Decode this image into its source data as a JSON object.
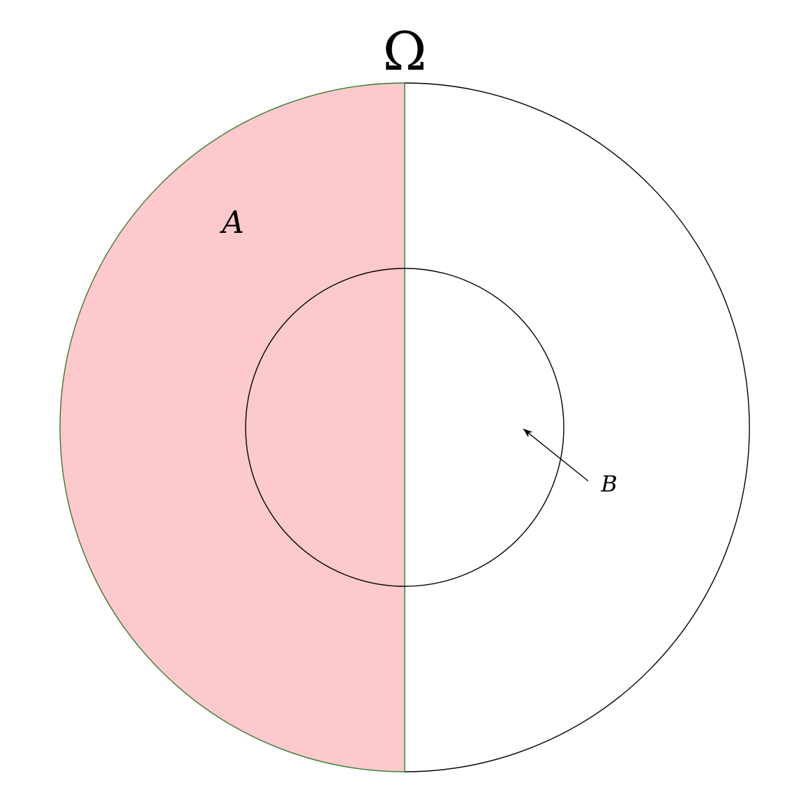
{
  "labels": {
    "universe": "Ω",
    "set_a": "A",
    "set_b": "B"
  },
  "colors": {
    "set_a_fill": "#fcc9cc",
    "set_a_border": "#2e7d2e",
    "outline": "#000000",
    "background": "#ffffff"
  }
}
